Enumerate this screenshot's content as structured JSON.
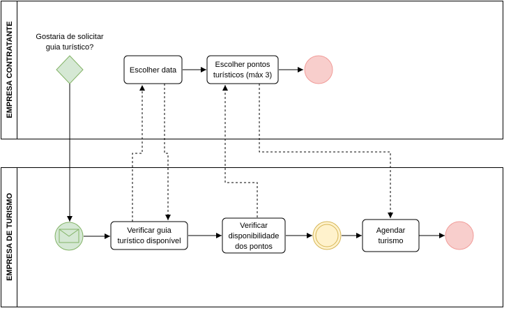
{
  "pools": {
    "contratante": {
      "label": "EMPRESA CONTRATANTE"
    },
    "turismo": {
      "label": "EMPRESA DE TURISMO"
    }
  },
  "gateway": {
    "question_line1": "Gostaria de solicitar",
    "question_line2": "guia turístico?"
  },
  "tasks": {
    "escolher_data": {
      "label": "Escolher data"
    },
    "escolher_pontos": {
      "line1": "Escolher pontos",
      "line2": "turísticos (máx 3)"
    },
    "verificar_guia": {
      "line1": "Verificar guia",
      "line2": "turístico disponível"
    },
    "verificar_disp": {
      "line1": "Verificar",
      "line2": "disponibilidade",
      "line3": "dos pontos"
    },
    "agendar": {
      "line1": "Agendar",
      "line2": "turismo"
    }
  },
  "colors": {
    "start_fill": "#d5e8d4",
    "start_stroke": "#82b366",
    "end_fill": "#f8cecc",
    "end_stroke": "#f19c99",
    "intermediate_fill": "#fff2cc",
    "intermediate_stroke": "#d6b656",
    "gateway_fill": "#d5e8d4",
    "gateway_stroke": "#82b366"
  }
}
